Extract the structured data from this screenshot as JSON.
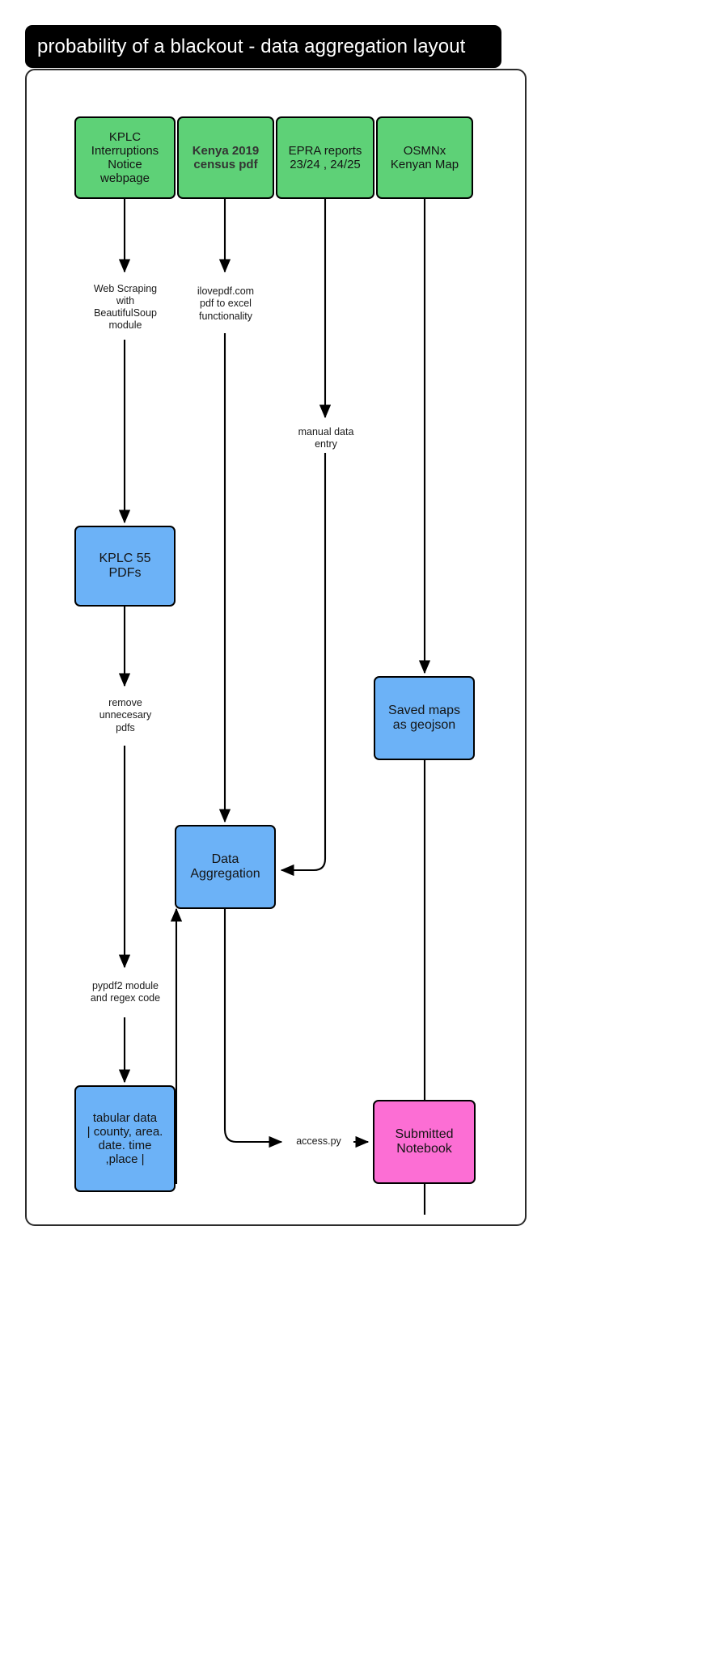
{
  "title": {
    "text": "probability of a blackout -  data aggregation layout"
  },
  "diagram": {
    "type": "flowchart",
    "colors": {
      "source_node": "#5ed177",
      "process_node": "#6cb2f7",
      "output_node": "#fc6ed4",
      "border": "#000000",
      "title_bg": "#000000",
      "title_fg": "#ffffff",
      "frame_border": "#2b2b2b",
      "edge": "#000000"
    },
    "nodes": [
      {
        "id": "kplc_web",
        "label": "KPLC\nInterruptions\nNotice\nwebpage",
        "lines": [
          "KPLC",
          "Interruptions",
          "Notice",
          "webpage"
        ],
        "color": "source_node",
        "bold": false
      },
      {
        "id": "census_pdf",
        "label": "Kenya 2019\ncensus pdf",
        "lines": [
          "Kenya 2019",
          "census pdf"
        ],
        "color": "source_node",
        "bold": true
      },
      {
        "id": "epra",
        "label": "EPRA reports\n23/24 , 24/25",
        "lines": [
          "EPRA reports",
          "23/24 , 24/25"
        ],
        "color": "source_node",
        "bold": false
      },
      {
        "id": "osmnx",
        "label": "OSMNx\nKenyan Map",
        "lines": [
          "OSMNx",
          "Kenyan Map"
        ],
        "color": "source_node",
        "bold": false
      },
      {
        "id": "kplc_pdfs",
        "label": "KPLC 55\nPDFs",
        "lines": [
          "KPLC 55",
          "PDFs"
        ],
        "color": "process_node",
        "bold": false
      },
      {
        "id": "geojson",
        "label": "Saved maps\nas geojson",
        "lines": [
          "Saved maps",
          "as geojson"
        ],
        "color": "process_node",
        "bold": false
      },
      {
        "id": "data_agg",
        "label": "Data\nAggregation",
        "lines": [
          "Data",
          "Aggregation"
        ],
        "color": "process_node",
        "bold": false
      },
      {
        "id": "tabular",
        "label": "tabular data\n| county, area.\ndate. time\n,place |",
        "lines": [
          "tabular data",
          "| county, area.",
          "date. time",
          ",place |"
        ],
        "color": "process_node",
        "bold": false
      },
      {
        "id": "notebook",
        "label": "Submitted\nNotebook",
        "lines": [
          "Submitted",
          "Notebook"
        ],
        "color": "output_node",
        "bold": false
      }
    ],
    "edge_labels": [
      {
        "id": "scrape",
        "lines": [
          "Web Scraping",
          "with",
          "BeautifulSoup",
          "module"
        ],
        "from": "kplc_web",
        "to": "kplc_pdfs"
      },
      {
        "id": "ilovepdf",
        "lines": [
          "ilovepdf.com",
          "pdf to excel",
          "functionality"
        ],
        "from": "census_pdf",
        "to": "data_agg"
      },
      {
        "id": "manual",
        "lines": [
          "manual data",
          "entry"
        ],
        "from": "epra",
        "to": "data_agg"
      },
      {
        "id": "remove",
        "lines": [
          "remove",
          "unnecesary",
          "pdfs"
        ],
        "from": "kplc_pdfs",
        "to": "tabular"
      },
      {
        "id": "pypdf2",
        "lines": [
          "pypdf2 module",
          "and regex code"
        ],
        "from": "kplc_pdfs",
        "to": "tabular"
      },
      {
        "id": "accesspy",
        "lines": [
          "access.py"
        ],
        "from": "data_agg",
        "to": "notebook"
      }
    ]
  }
}
